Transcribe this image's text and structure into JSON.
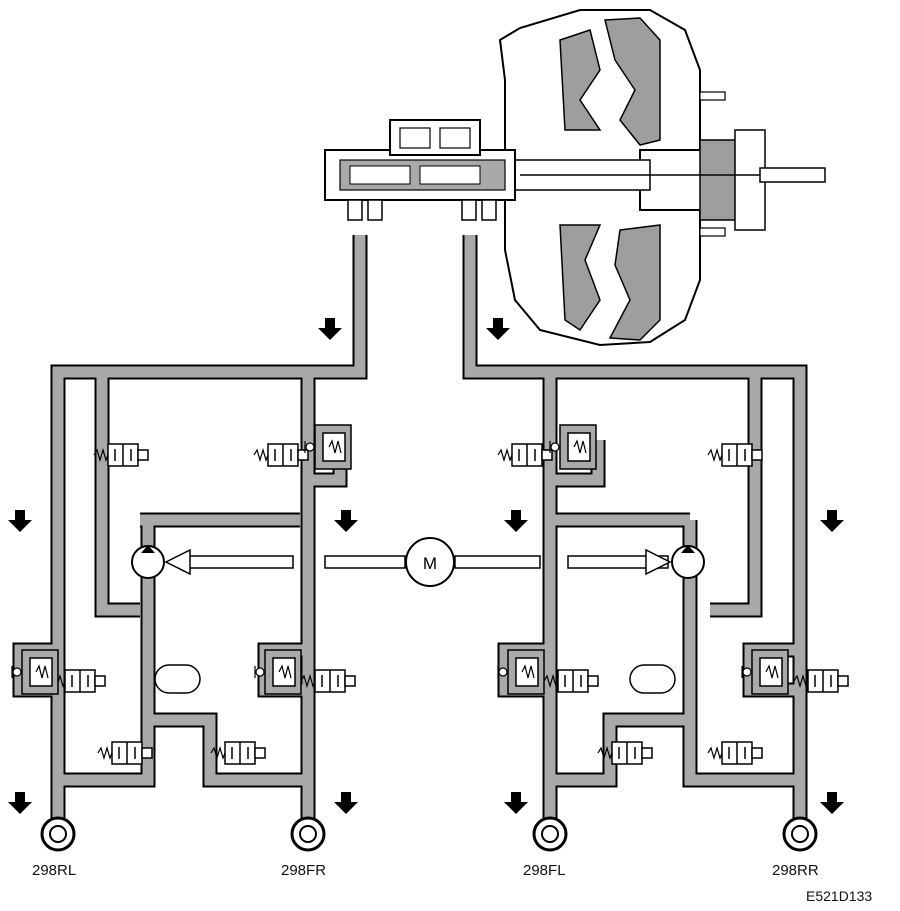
{
  "diagram": {
    "motor_label": "M",
    "wheels": [
      {
        "id": "RL",
        "label": "298RL"
      },
      {
        "id": "FR",
        "label": "298FR"
      },
      {
        "id": "FL",
        "label": "298FL"
      },
      {
        "id": "RR",
        "label": "298RR"
      }
    ],
    "reference_code": "E521D133"
  },
  "colors": {
    "pipe_fill": "#a9a9a9",
    "outline": "#000000",
    "booster_shade": "#9e9e9e",
    "background": "#ffffff"
  }
}
